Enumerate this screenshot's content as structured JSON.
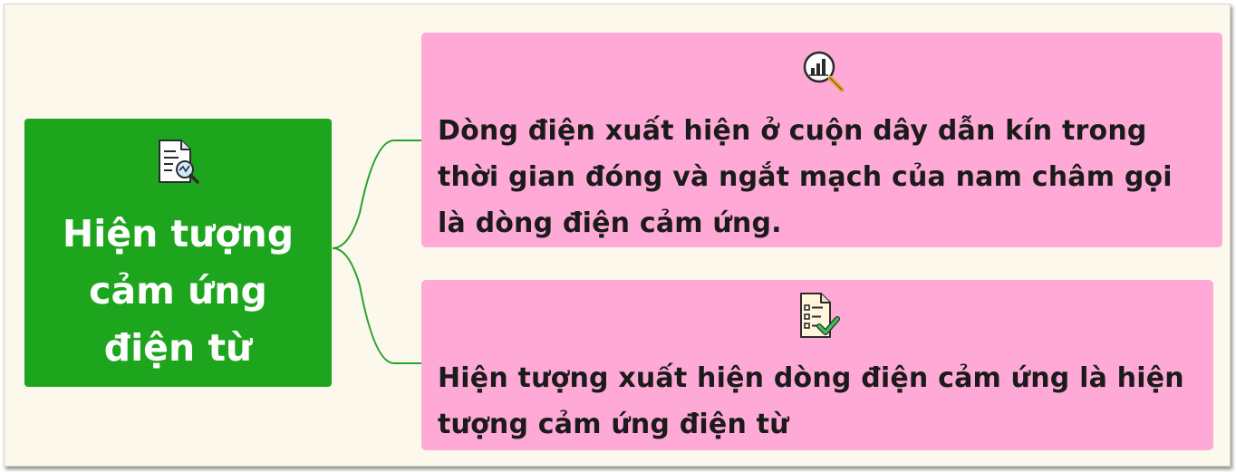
{
  "root": {
    "title": "Hiện tượng cảm ứng điện từ",
    "icon": "document-analysis-icon"
  },
  "branches": [
    {
      "icon": "magnifier-chart-icon",
      "text": "Dòng điện xuất hiện ở cuộn dây dẫn kín trong thời gian đóng và ngắt mạch của nam châm gọi là dòng điện cảm ứng."
    },
    {
      "icon": "checklist-document-icon",
      "text": "Hiện tượng xuất hiện dòng điện cảm ứng là hiện tượng cảm ứng điện từ"
    }
  ],
  "colors": {
    "background": "#fcf8ec",
    "root_fill": "#1da51e",
    "branch_fill": "#ffa9d6",
    "connector": "#27a22a",
    "text_dark": "#1b1b1b",
    "text_light": "#ffffff"
  }
}
